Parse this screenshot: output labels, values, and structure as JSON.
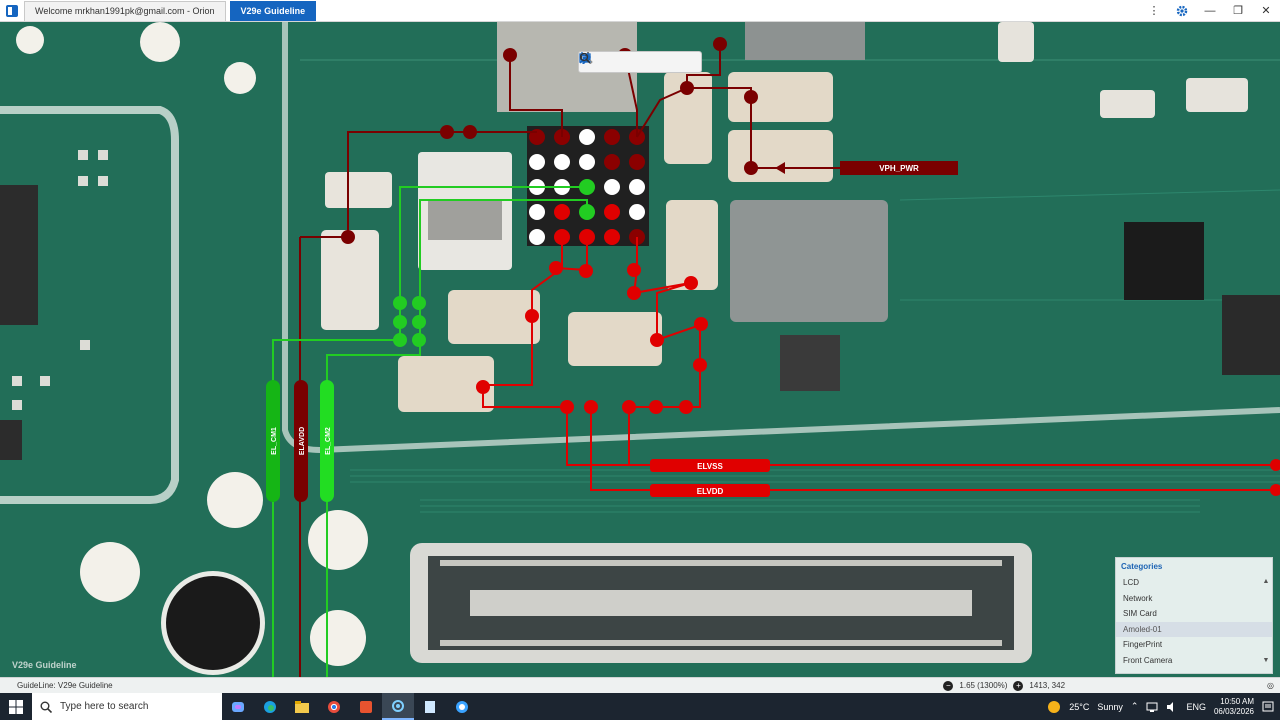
{
  "window": {
    "tabs": [
      {
        "label": "Welcome mrkhan1991pk@gmail.com - Orion"
      },
      {
        "label": "V29e Guideline"
      }
    ],
    "controls": {
      "more": "⋮",
      "minimize": "—",
      "restore": "❐",
      "close": "✕"
    }
  },
  "board": {
    "watermark": "V29e Guideline",
    "nets": {
      "vph_pwr": "VPH_PWR",
      "elvss": "ELVSS",
      "elvdd": "ELVDD",
      "el_cm1": "EL_CM1",
      "elavdd": "ELAVDD",
      "el_cm2": "EL_CM2"
    },
    "colors": {
      "red_net": "#e00000",
      "dark_red_net": "#7a0000",
      "green_net": "#22cc22",
      "pcb": "#1f6b55"
    }
  },
  "toolbar": {
    "icons": [
      "rotate-left-icon",
      "rotate-right-icon",
      "fit-screen-icon",
      "pen-icon",
      "zoom-icon"
    ]
  },
  "categories": {
    "title": "Categories",
    "items": [
      "LCD",
      "Network",
      "SIM Card",
      "Amoled-01",
      "FingerPrint",
      "Front Camera"
    ],
    "selected": "Amoled-01"
  },
  "status": {
    "guideline": "GuideLine: V29e Guideline",
    "zoom": "1.65 (1300%)",
    "coords": "1413, 342"
  },
  "taskbar": {
    "search_placeholder": "Type here to search",
    "weather_temp": "25°C",
    "weather_text": "Sunny",
    "lang": "ENG",
    "time": "10:50 AM",
    "date": "06/03/2026"
  }
}
